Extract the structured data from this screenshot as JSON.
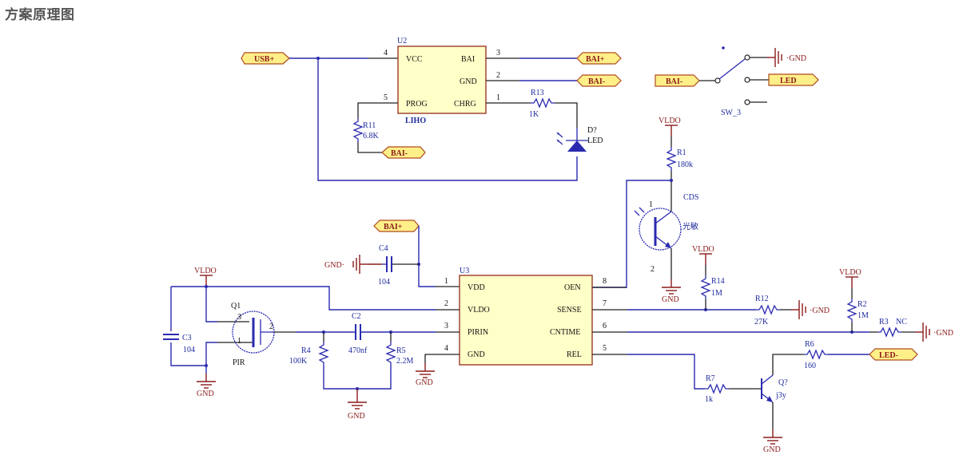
{
  "page": {
    "title": "方案原理图"
  },
  "colors": {
    "wire": "#2a2ab0",
    "pin_wire": "#222222",
    "power": "#8b1a1a",
    "chip_fill": "#ffffc8",
    "port_fill": "#ffef88"
  },
  "u2": {
    "ref": "U2",
    "name": "LIHO",
    "pins_left": [
      {
        "num": "4",
        "name": "VCC"
      },
      {
        "num": "5",
        "name": "PROG"
      }
    ],
    "pins_right": [
      {
        "num": "3",
        "name": "BAI"
      },
      {
        "num": "2",
        "name": "GND"
      },
      {
        "num": "1",
        "name": "CHRG"
      }
    ]
  },
  "u3": {
    "ref": "U3",
    "pins_left": [
      {
        "num": "1",
        "name": "VDD"
      },
      {
        "num": "2",
        "name": "VLDO"
      },
      {
        "num": "3",
        "name": "PIRIN"
      },
      {
        "num": "4",
        "name": "GND"
      }
    ],
    "pins_right": [
      {
        "num": "8",
        "name": "OEN"
      },
      {
        "num": "7",
        "name": "SENSE"
      },
      {
        "num": "6",
        "name": "CNTIME"
      },
      {
        "num": "5",
        "name": "REL"
      }
    ]
  },
  "ports": {
    "usb_plus": "USB+",
    "bat_plus_u2": "BAI+",
    "bat_minus_u2": "BAI-",
    "bat_minus_r11": "BAI-",
    "bat_minus_sw": "BAI-",
    "led_sw": "LED",
    "bat_plus_u3": "BAI+",
    "led_minus": "LED-"
  },
  "power": {
    "gnd": "GND",
    "gnd_side": "GND",
    "vldo": "VLDO"
  },
  "components": {
    "r11": {
      "ref": "R11",
      "value": "6.8K"
    },
    "r13": {
      "ref": "R13",
      "value": "1K"
    },
    "d1": {
      "ref": "D?",
      "value": "LED"
    },
    "sw": {
      "ref": "SW_3"
    },
    "r1": {
      "ref": "R1",
      "value": "180k"
    },
    "cds": {
      "ref": "CDS",
      "value": "光敏",
      "pin1": "1",
      "pin2": "2"
    },
    "c4": {
      "ref": "C4",
      "value": "104"
    },
    "r14": {
      "ref": "R14",
      "value": "1M"
    },
    "r12": {
      "ref": "R12",
      "value": "27K"
    },
    "r2": {
      "ref": "R2",
      "value": "1M"
    },
    "r3": {
      "ref": "R3",
      "value": "NC"
    },
    "q1": {
      "ref": "Q1",
      "value": "PIR",
      "pin1": "1",
      "pin2": "2",
      "pin3": "3"
    },
    "c3": {
      "ref": "C3",
      "value": "104"
    },
    "r4": {
      "ref": "R4",
      "value": "100K"
    },
    "c2": {
      "ref": "C2",
      "value": "470nf"
    },
    "r5": {
      "ref": "R5",
      "value": "2.2M"
    },
    "r6": {
      "ref": "R6",
      "value": "160"
    },
    "r7": {
      "ref": "R7",
      "value": "1k"
    },
    "q2": {
      "ref": "Q?",
      "value": "j3y"
    }
  }
}
